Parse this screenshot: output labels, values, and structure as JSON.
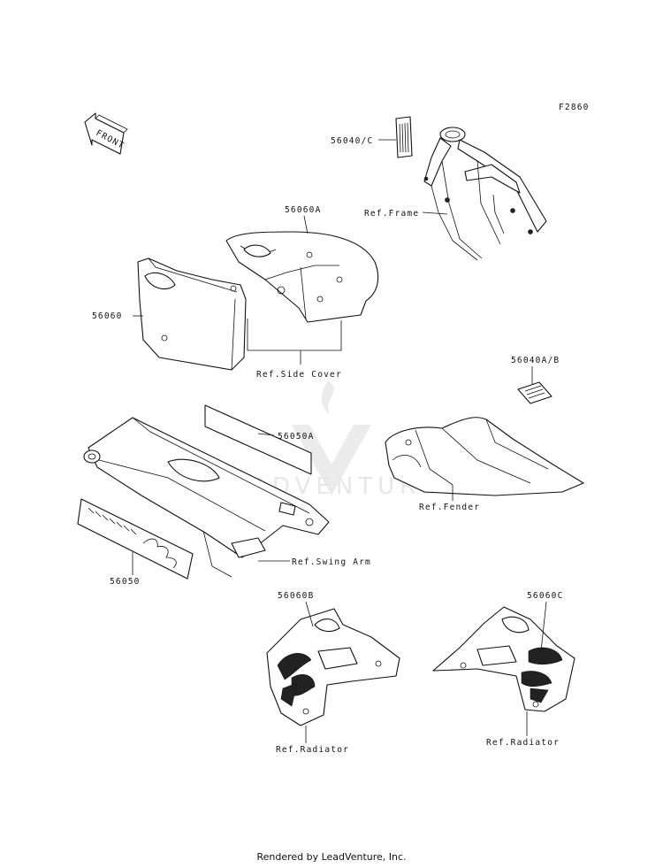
{
  "figure_code": "F2860",
  "front_label": "FRONT",
  "watermark": "LEADVENTURE",
  "footer": "Rendered by LeadVenture, Inc.",
  "labels": {
    "p56040c": "56040/C",
    "ref_frame": "Ref.Frame",
    "p56060a": "56060A",
    "p56060": "56060",
    "ref_side_cover": "Ref.Side Cover",
    "p56040ab": "56040A/B",
    "p56050a": "56050A",
    "ref_fender": "Ref.Fender",
    "ref_swing_arm": "Ref.Swing Arm",
    "p56050": "56050",
    "p56060b": "56060B",
    "p56060c": "56060C",
    "ref_radiator_left": "Ref.Radiator",
    "ref_radiator_right": "Ref.Radiator"
  }
}
